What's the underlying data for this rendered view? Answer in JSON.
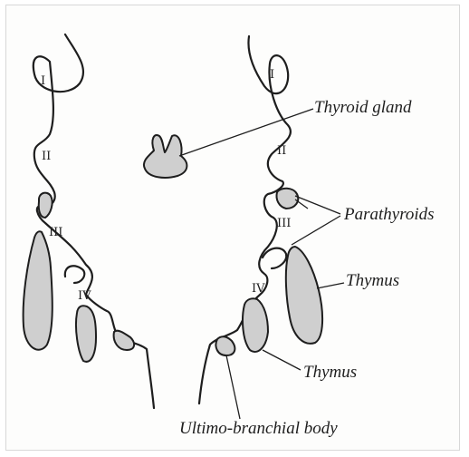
{
  "arches": {
    "left": [
      "I",
      "II",
      "III",
      "IV"
    ],
    "right": [
      "I",
      "II",
      "III",
      "IV"
    ]
  },
  "labels": {
    "thyroid": "Thyroid gland",
    "parathyroids": "Parathyroids",
    "thymus_upper": "Thymus",
    "thymus_lower": "Thymus",
    "ultimo_branchial": "Ultimo-branchial body"
  },
  "colors": {
    "ink": "#1e1e1e",
    "gland_fill": "#cfcfcf",
    "paper": "#fdfdfc"
  }
}
